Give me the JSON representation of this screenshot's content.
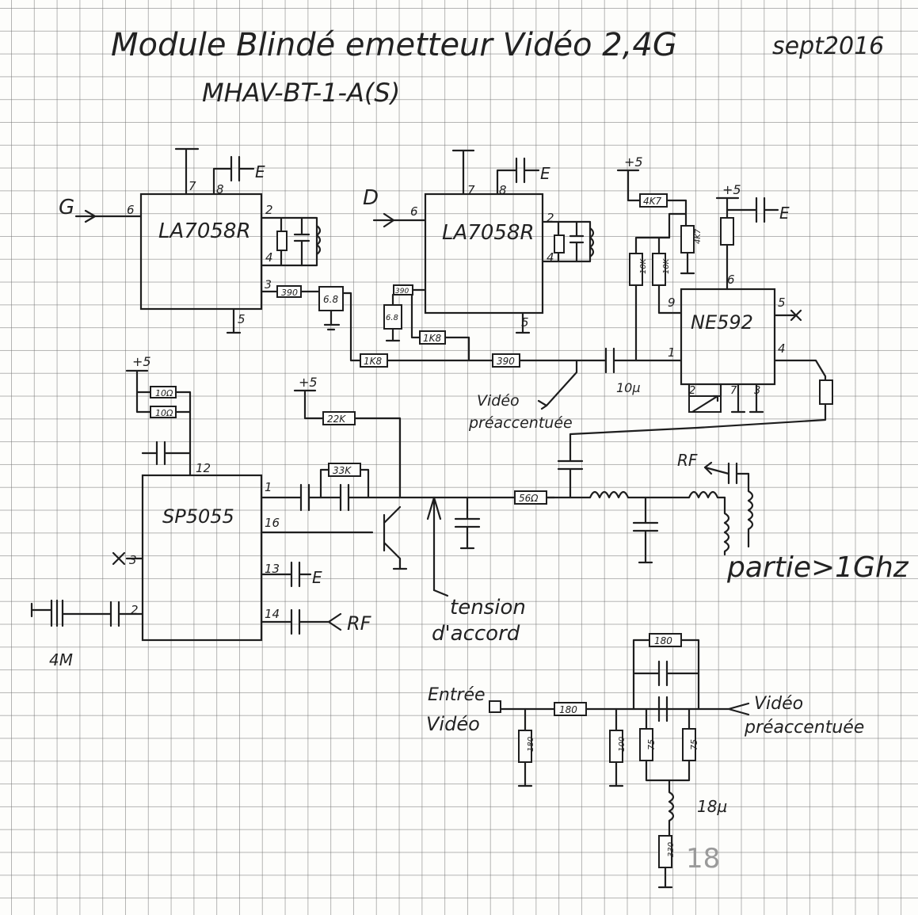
{
  "title": "Module Blindé emetteur Vidéo 2,4G",
  "date": "sept2016",
  "reference": "MHAV-BT-1-A(S)",
  "chips": {
    "ic1": {
      "name": "LA7058R",
      "pins": [
        "7",
        "8",
        "6",
        "2",
        "4",
        "3",
        "5"
      ]
    },
    "ic2": {
      "name": "LA7058R",
      "pins": [
        "7",
        "8",
        "6",
        "2",
        "4",
        "5"
      ]
    },
    "ic3": {
      "name": "NE592",
      "pins": [
        "9",
        "5",
        "1",
        "4",
        "6",
        "2",
        "7",
        "3"
      ]
    },
    "ic4": {
      "name": "SP5055",
      "pins": [
        "12",
        "1",
        "16",
        "13",
        "14",
        "3",
        "2"
      ]
    }
  },
  "signals": {
    "g": "G",
    "d": "D",
    "e": "E",
    "plus5": "+5",
    "rf": "RF",
    "video_precc": [
      "Vidéo",
      "préaccentuée"
    ],
    "tension_accord": [
      "tension",
      "d'accord"
    ],
    "partie": "partie>1Ghz",
    "entree_video": [
      "Entrée",
      "Vidéo"
    ],
    "video_out": [
      "Vidéo",
      "préaccentuée"
    ]
  },
  "components": {
    "r_390_a": "390",
    "r_6_8": "6.8",
    "r_1k8_a": "1K8",
    "r_390_b": "390",
    "r_390_c": "390",
    "r_6_8_b": "6.8",
    "r_1k8_b": "1K8",
    "r_4k7_a": "4K7",
    "r_4k7_b": "4K7",
    "r_10k_a": "10K",
    "r_10k_b": "10K",
    "c_10u": "10µ",
    "r_10_a": "10Ω",
    "r_10_b": "10Ω",
    "r_22k": "22K",
    "r_33k": "33K",
    "r_56": "56Ω",
    "xtal": "4M",
    "r_180_a": "180",
    "r_180_b": "180",
    "r_180_c": "180",
    "r_100": "100",
    "r_75_a": "75",
    "r_75_b": "75",
    "l_18u": "18µ",
    "r_330": "330",
    "faint_18": "18"
  }
}
